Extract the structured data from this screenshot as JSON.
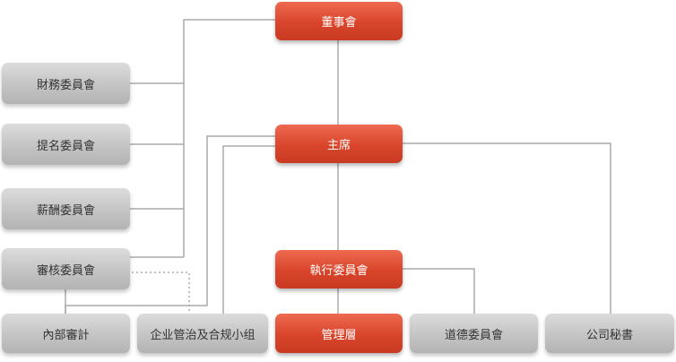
{
  "nodes": {
    "board": "董事會",
    "finance": "財務委員會",
    "nomination": "提名委員會",
    "remuneration": "薪酬委員會",
    "audit": "審核委員會",
    "chairman": "主席",
    "executive": "執行委員會",
    "internal_audit": "內部審計",
    "governance_group": "企业管治及合规小组",
    "management": "管理層",
    "ethics": "道德委員會",
    "secretary": "公司秘書"
  },
  "colors": {
    "primary": "#d8452b",
    "secondary": "#c4c4c4",
    "connector": "#aaaaaa"
  }
}
